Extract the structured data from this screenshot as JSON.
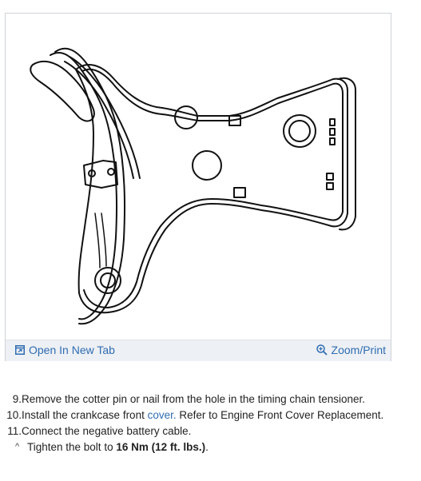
{
  "figure": {
    "open_tab_label": "Open In New Tab",
    "zoom_label": "Zoom/Print",
    "open_tab_icon": "open-new-tab-icon",
    "zoom_icon": "zoom-magnifier-icon"
  },
  "steps": [
    {
      "num": "9.",
      "text": "Remove the cotter pin or nail from the hole in the timing chain tensioner."
    },
    {
      "num": "10.",
      "pre": "Install the crankcase front ",
      "link": "cover.",
      "post": " Refer to Engine Front Cover Replacement."
    },
    {
      "num": "11.",
      "text": "Connect the negative battery cable."
    }
  ],
  "substep": {
    "marker": "^",
    "pre": "Tighten the bolt to ",
    "bold": "16 Nm (12 ft. lbs.)",
    "post": "."
  },
  "colors": {
    "link": "#2f6cb3",
    "toolbar_bg": "#edf0f4"
  }
}
